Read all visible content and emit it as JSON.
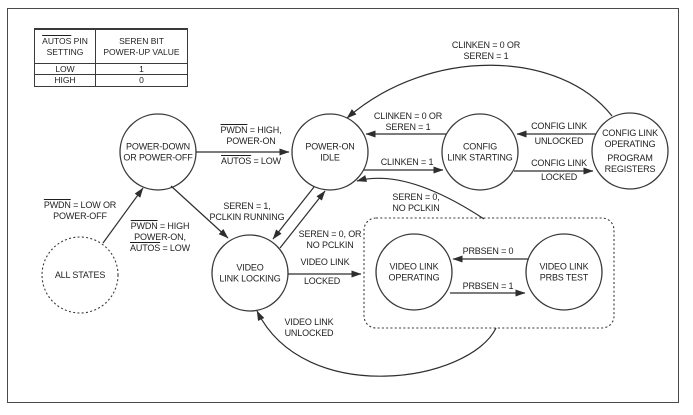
{
  "table": {
    "h1_ov": "AUTOS",
    "h1_rest": " PIN",
    "h1_line2": "SETTING",
    "h2_line1": "SEREN BIT",
    "h2_line2": "POWER-UP VALUE",
    "rows": [
      [
        "LOW",
        "1"
      ],
      [
        "HIGH",
        "0"
      ]
    ]
  },
  "states": {
    "power_down": {
      "line1": "POWER-DOWN",
      "line2": "OR POWER-OFF"
    },
    "power_on_idle": {
      "line1": "POWER-ON",
      "line2": "IDLE"
    },
    "config_link_starting": {
      "line1": "CONFIG",
      "line2": "LINK STARTING"
    },
    "config_link_operating": {
      "line1": "CONFIG LINK",
      "line2": "OPERATING",
      "line3": "PROGRAM",
      "line4": "REGISTERS"
    },
    "all_states": {
      "line1": "ALL STATES"
    },
    "video_link_locking": {
      "line1": "VIDEO",
      "line2": "LINK LOCKING"
    },
    "video_link_operating": {
      "line1": "VIDEO LINK",
      "line2": "OPERATING"
    },
    "video_link_prbs": {
      "line1": "VIDEO LINK",
      "line2": "PRBS TEST"
    }
  },
  "transitions": {
    "all_to_powerdown": {
      "ov1": "PWDN",
      "rest1": " = LOW OR",
      "line2": "POWER-OFF"
    },
    "powerdown_to_idle": {
      "ov1": "PWDN",
      "rest1": " = HIGH,",
      "line2": "POWER-ON",
      "ov2": "AUTOS",
      "rest2": " = LOW"
    },
    "powerdown_to_locking": {
      "ov1": "PWDN",
      "rest1": " = HIGH",
      "line2": "POWER-ON,",
      "ov2": "AUTOS",
      "rest2": " = LOW"
    },
    "idle_to_locking": {
      "line1": "SEREN = 1,",
      "line2": "PCLKIN RUNNING"
    },
    "locking_to_idle": {
      "line1": "SEREN = 0, OR",
      "line2": "NO PCLKIN"
    },
    "voperating_to_idle": {
      "line1": "SEREN = 0,",
      "line2": "NO PCLKIN"
    },
    "operating_to_idle_top": {
      "line1": "CLINKEN = 0 OR",
      "line2": "SEREN = 1"
    },
    "starting_to_idle": {
      "line1": "CLINKEN = 0 OR",
      "line2": "SEREN = 1"
    },
    "idle_to_starting": {
      "line1": "CLINKEN = 1"
    },
    "operating_to_starting": {
      "line1": "CONFIG LINK",
      "line2": "UNLOCKED"
    },
    "starting_to_operating": {
      "line1": "CONFIG LINK",
      "line2": "LOCKED"
    },
    "locking_to_voperating": {
      "line1": "VIDEO LINK",
      "line2": "LOCKED"
    },
    "voperating_to_locking": {
      "line1": "VIDEO LINK",
      "line2": "UNLOCKED"
    },
    "prbs_to_voperating": {
      "line1": "PRBSEN = 0"
    },
    "voperating_to_prbs": {
      "line1": "PRBSEN = 1"
    }
  },
  "colors": {
    "line": "#3a3a3a",
    "text": "#1f1f1f",
    "background": "#ffffff"
  }
}
